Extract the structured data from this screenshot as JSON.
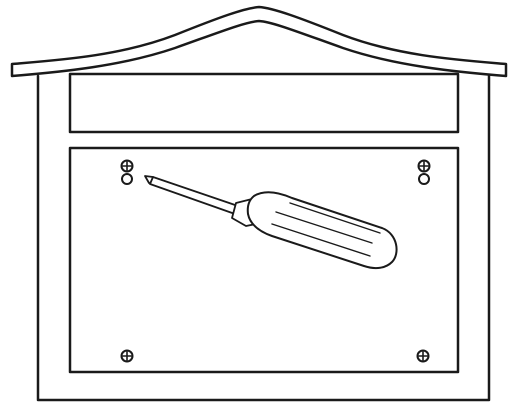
{
  "diagram": {
    "subject": "mailbox-mounting-illustration",
    "ink_color": "#1a1a1a",
    "background_color": "#ffffff",
    "parts": {
      "roof": "arched-roof",
      "frame": "mailbox-frame",
      "top_panel": "name-plate-panel",
      "main_panel": "front-panel",
      "screws": [
        "top-left-keyhole-screw",
        "top-right-keyhole-screw",
        "bottom-left-screw",
        "bottom-right-screw"
      ],
      "tool": "screwdriver-icon"
    }
  }
}
